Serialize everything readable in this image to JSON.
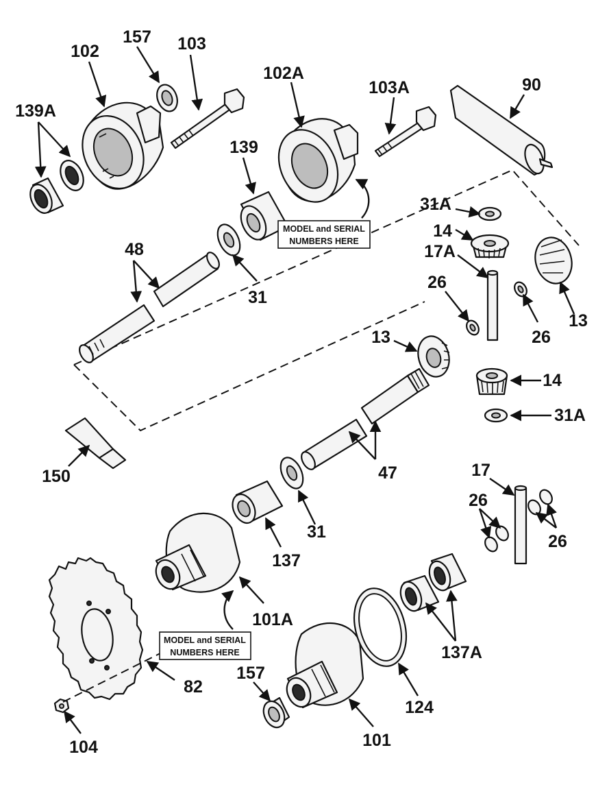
{
  "callouts": {
    "c102": "102",
    "c157a": "157",
    "c103": "103",
    "c139A": "139A",
    "c102A": "102A",
    "c103A": "103A",
    "c90": "90",
    "c139": "139",
    "c31A_top": "31A",
    "c14_top": "14",
    "c17A": "17A",
    "c26_a": "26",
    "c26_b": "26",
    "c13_right": "13",
    "c48": "48",
    "c31_top": "31",
    "c13_mid": "13",
    "c14_mid": "14",
    "c31A_mid": "31A",
    "c150": "150",
    "c47": "47",
    "c31_bot": "31",
    "c137": "137",
    "c17": "17",
    "c26_c": "26",
    "c26_d": "26",
    "c101A": "101A",
    "c82": "82",
    "c157b": "157",
    "c137A": "137A",
    "c124": "124",
    "c101": "101",
    "c104": "104"
  },
  "notes": {
    "upper_line1": "MODEL and SERIAL",
    "upper_line2": "NUMBERS HERE",
    "lower_line1": "MODEL and SERIAL",
    "lower_line2": "NUMBERS HERE"
  }
}
